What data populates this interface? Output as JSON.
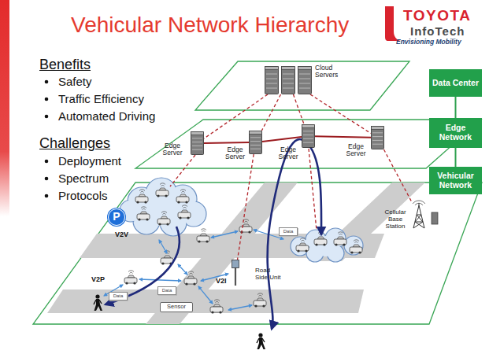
{
  "diagram": {
    "title": "Vehicular Network Hierarchy",
    "nodes": [
      {
        "text": [
          "Cloud Servers"
        ]
      },
      {
        "text": [
          "Data Center"
        ]
      },
      {
        "text": [
          "Edge Server"
        ]
      },
      {
        "text": [
          "Edge Server"
        ]
      },
      {
        "text": [
          "Edge Server"
        ]
      },
      {
        "text": [
          "Edge Server"
        ]
      },
      {
        "text": [
          "Edge Network"
        ]
      },
      {
        "text": [
          "Vehicular Network"
        ]
      },
      {
        "text": [
          "P"
        ]
      },
      {
        "text": [
          "Cellular Base Station"
        ]
      },
      {
        "text": [
          "Data"
        ]
      },
      {
        "text": [
          "Road Side Unit"
        ]
      },
      {
        "text": [
          "Data"
        ]
      },
      {
        "text": [
          "Data"
        ]
      },
      {
        "text": [
          "Sensor"
        ]
      }
    ],
    "edges": [
      {
        "from": 0,
        "to": 2,
        "arrow": "none"
      },
      {
        "from": 0,
        "to": 3,
        "arrow": "none"
      },
      {
        "from": 0,
        "to": 4,
        "arrow": "none"
      },
      {
        "from": 0,
        "to": 5,
        "arrow": "none"
      },
      {
        "from": 2,
        "to": 3,
        "arrow": "none"
      },
      {
        "from": 3,
        "to": 4,
        "arrow": "none"
      },
      {
        "from": 4,
        "to": 5,
        "arrow": "none"
      },
      {
        "from": 3,
        "to": 11,
        "arrow": "none"
      },
      {
        "from": 5,
        "to": 9,
        "arrow": "none"
      },
      {
        "from": 1,
        "to": 6,
        "arrow": "none"
      },
      {
        "from": 6,
        "to": 7,
        "arrow": "none"
      }
    ],
    "labels": [
      "TOYOTA",
      "InfoTech",
      "Envisioning Mobility",
      "Benefits",
      "Safety",
      "Traffic Efficiency",
      "Automated Driving",
      "Challenges",
      "Deployment",
      "Spectrum",
      "Protocols",
      "V2V",
      "V2P",
      "V2I"
    ]
  }
}
